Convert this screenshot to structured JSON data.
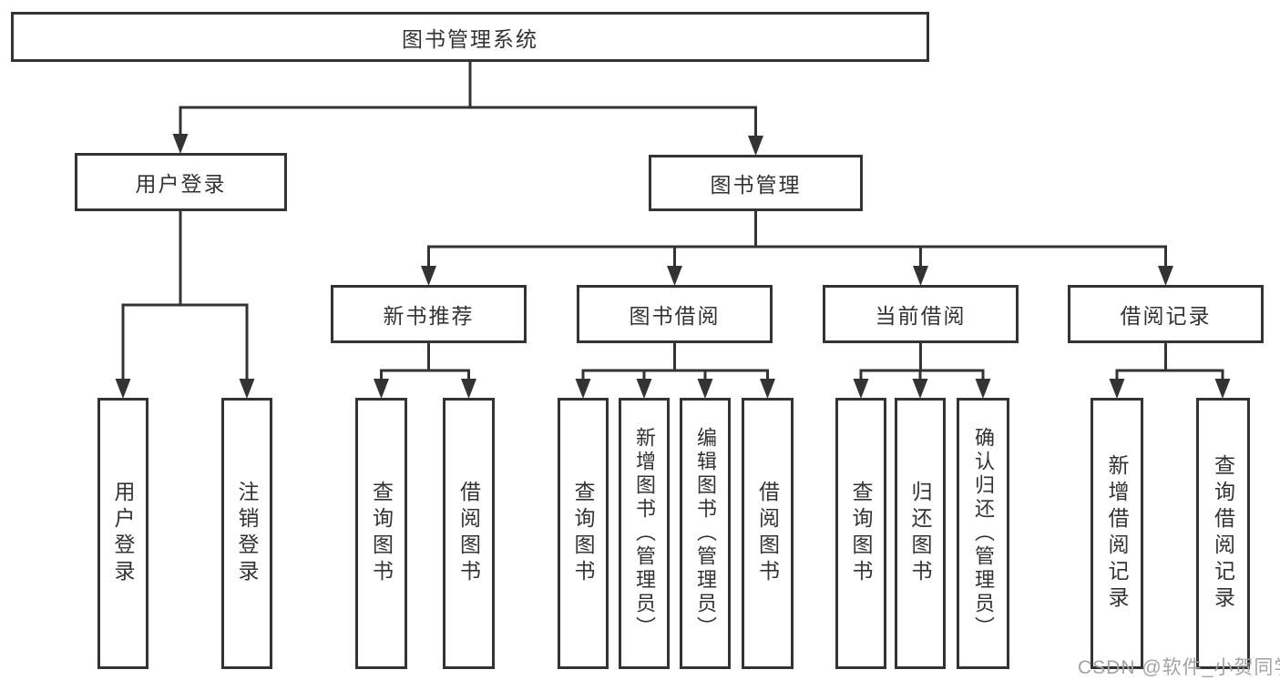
{
  "diagram_title": "图书管理系统",
  "nodes": {
    "root": {
      "label": "图书管理系统"
    },
    "user_login": {
      "label": "用户登录"
    },
    "book_mgmt": {
      "label": "图书管理"
    },
    "new_book_rec": {
      "label": "新书推荐"
    },
    "book_borrow": {
      "label": "图书借阅"
    },
    "current_borrow": {
      "label": "当前借阅"
    },
    "borrow_record": {
      "label": "借阅记录"
    },
    "leaf_user_login": {
      "label": "用户登录"
    },
    "leaf_logout": {
      "label": "注销登录"
    },
    "leaf_nb_query": {
      "label": "查询图书"
    },
    "leaf_nb_borrow": {
      "label": "借阅图书"
    },
    "leaf_bb_query": {
      "label": "查询图书"
    },
    "leaf_bb_add": {
      "label": "新增图书（管理员）"
    },
    "leaf_bb_edit": {
      "label": "编辑图书（管理员）"
    },
    "leaf_bb_borrow": {
      "label": "借阅图书"
    },
    "leaf_cb_query": {
      "label": "查询图书"
    },
    "leaf_cb_return": {
      "label": "归还图书"
    },
    "leaf_cb_confirm": {
      "label": "确认归还（管理员）"
    },
    "leaf_br_add": {
      "label": "新增借阅记录"
    },
    "leaf_br_query": {
      "label": "查询借阅记录"
    }
  },
  "watermark": {
    "text": "CSDN @软件_小贺同学"
  },
  "colors": {
    "line": "#333333",
    "box_border": "#333333",
    "box_fill": "#ffffff",
    "text": "#333333",
    "watermark": "#a3a3a3",
    "background": "#ffffff"
  }
}
